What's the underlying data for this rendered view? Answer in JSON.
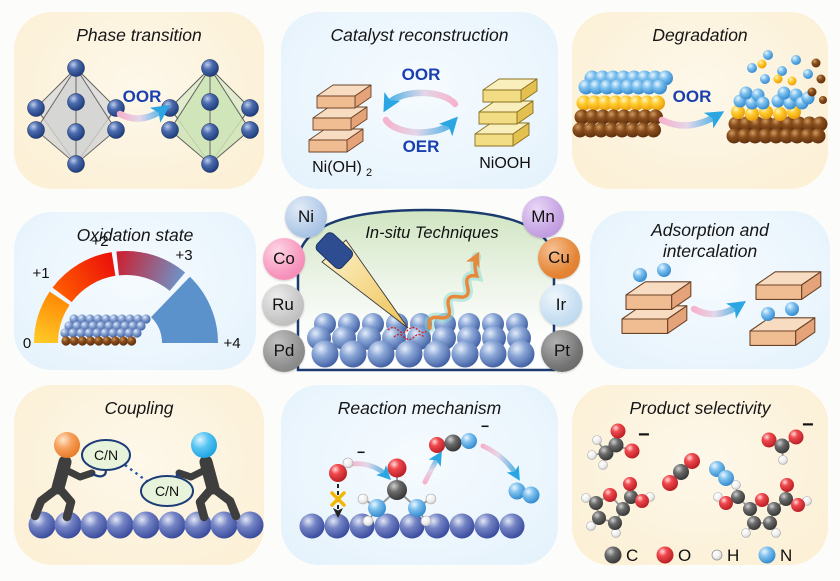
{
  "colors": {
    "arrow_head_blue": "#2ba6e2",
    "arrow_tail_pink": "#f6b3cd",
    "label_blue": "#1a3fae",
    "panel_cream": "#f6e1b2",
    "panel_blue": "#d0e8f8",
    "dome_green": "#d0e5c2",
    "dome_border_navy": "#1b3a70",
    "gauge_orange": "#ff8a00",
    "gauge_red": "#ea0b0b",
    "gauge_blue": "#5b92cb"
  },
  "panels": {
    "phase_transition": {
      "title": "Phase transition",
      "arrow_label": "OOR"
    },
    "catalyst_reconstruction": {
      "title": "Catalyst reconstruction",
      "forward_label": "OOR",
      "reverse_label": "OER",
      "left_formula_base": "Ni(OH)",
      "left_formula_sub": "2",
      "right_formula": "NiOOH"
    },
    "degradation": {
      "title": "Degradation",
      "arrow_label": "OOR"
    },
    "oxidation_state": {
      "title": "Oxidation state",
      "ticks": [
        "0",
        "+1",
        "+2",
        "+3",
        "+4"
      ]
    },
    "in_situ": {
      "title": "In-situ Techniques",
      "elements_left": [
        {
          "symbol": "Ni",
          "color": "#b0c9e7"
        },
        {
          "symbol": "Co",
          "color": "#f796be"
        },
        {
          "symbol": "Ru",
          "color": "#c6c6c6"
        },
        {
          "symbol": "Pd",
          "color": "#909090"
        }
      ],
      "elements_right": [
        {
          "symbol": "Mn",
          "color": "#c6a3e3"
        },
        {
          "symbol": "Cu",
          "color": "#e58637"
        },
        {
          "symbol": "Ir",
          "color": "#c6def1"
        },
        {
          "symbol": "Pt",
          "color": "#757575"
        }
      ]
    },
    "adsorption_intercalation": {
      "title_line1": "Adsorption and",
      "title_line2": "intercalation"
    },
    "coupling": {
      "title": "Coupling",
      "bond_label_1": "C/N",
      "bond_label_2": "C/N"
    },
    "reaction_mechanism": {
      "title": "Reaction mechanism",
      "hydroxide_charge": "−",
      "cyanate_charge": "−"
    },
    "product_selectivity": {
      "title": "Product selectivity",
      "charge_left": "−",
      "charge_right": "−",
      "legend": [
        {
          "symbol": "C",
          "color": "#4a4a4a"
        },
        {
          "symbol": "O",
          "color": "#ee3a40"
        },
        {
          "symbol": "H",
          "color": "#f2f2f2"
        },
        {
          "symbol": "N",
          "color": "#3cb4f0"
        }
      ]
    }
  }
}
